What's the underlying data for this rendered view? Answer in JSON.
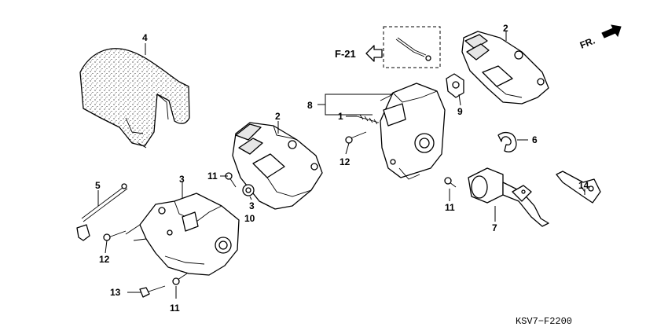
{
  "callouts": {
    "c1": "1",
    "c2a": "2",
    "c2b": "2",
    "c3a": "3",
    "c3b": "3",
    "c4": "4",
    "c5": "5",
    "c6": "6",
    "c7": "7",
    "c8": "8",
    "c9": "9",
    "c10": "10",
    "c11a": "11",
    "c11b": "11",
    "c11c": "11",
    "c12a": "12",
    "c12b": "12",
    "c13": "13",
    "c14": "14"
  },
  "reference": "F-21",
  "direction": "FR.",
  "diagram_code": "KSV7−F2200"
}
